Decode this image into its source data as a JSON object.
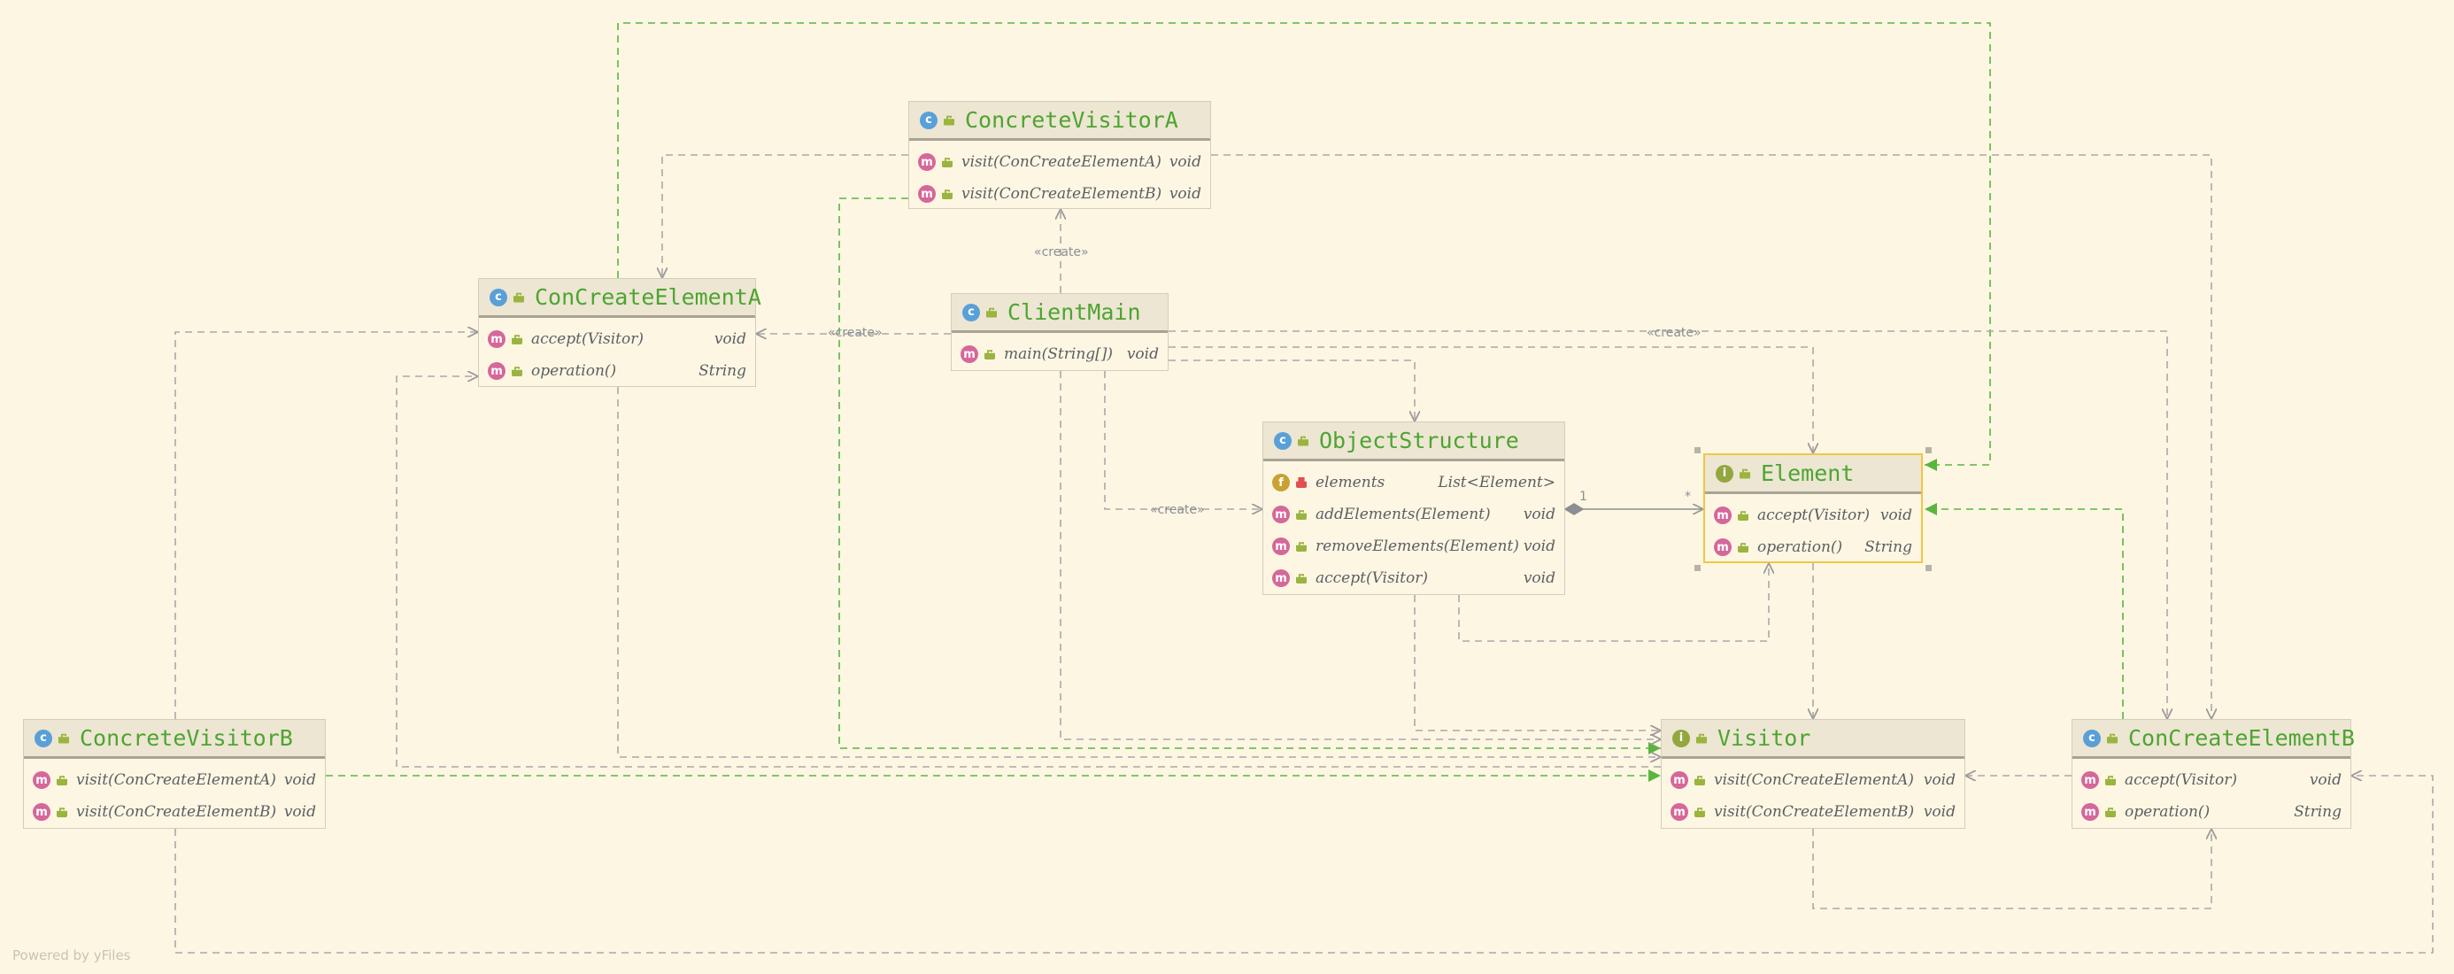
{
  "diagram": {
    "classes": [
      {
        "id": "ConcreteVisitorA",
        "kind": "c",
        "name": "ConcreteVisitorA",
        "members": [
          {
            "icon": "m",
            "vis": "pub",
            "name": "visit(ConCreateElementA)",
            "type": "void"
          },
          {
            "icon": "m",
            "vis": "pub",
            "name": "visit(ConCreateElementB)",
            "type": "void"
          }
        ]
      },
      {
        "id": "ConCreateElementA",
        "kind": "c",
        "name": "ConCreateElementA",
        "members": [
          {
            "icon": "m",
            "vis": "pub",
            "name": "accept(Visitor)",
            "type": "void"
          },
          {
            "icon": "m",
            "vis": "pub",
            "name": "operation()",
            "type": "String"
          }
        ]
      },
      {
        "id": "ClientMain",
        "kind": "c",
        "name": "ClientMain",
        "members": [
          {
            "icon": "m",
            "vis": "pub",
            "name": "main(String[])",
            "type": "void"
          }
        ]
      },
      {
        "id": "ObjectStructure",
        "kind": "c",
        "name": "ObjectStructure",
        "members": [
          {
            "icon": "f",
            "vis": "priv",
            "name": "elements",
            "type": "List<Element>"
          },
          {
            "icon": "m",
            "vis": "pub",
            "name": "addElements(Element)",
            "type": "void"
          },
          {
            "icon": "m",
            "vis": "pub",
            "name": "removeElements(Element)",
            "type": "void"
          },
          {
            "icon": "m",
            "vis": "pub",
            "name": "accept(Visitor)",
            "type": "void"
          }
        ]
      },
      {
        "id": "Element",
        "kind": "i",
        "name": "Element",
        "members": [
          {
            "icon": "m",
            "vis": "pub",
            "name": "accept(Visitor)",
            "type": "void"
          },
          {
            "icon": "m",
            "vis": "pub",
            "name": "operation()",
            "type": "String"
          }
        ]
      },
      {
        "id": "ConcreteVisitorB",
        "kind": "c",
        "name": "ConcreteVisitorB",
        "members": [
          {
            "icon": "m",
            "vis": "pub",
            "name": "visit(ConCreateElementA)",
            "type": "void"
          },
          {
            "icon": "m",
            "vis": "pub",
            "name": "visit(ConCreateElementB)",
            "type": "void"
          }
        ]
      },
      {
        "id": "Visitor",
        "kind": "i",
        "name": "Visitor",
        "members": [
          {
            "icon": "m",
            "vis": "pub",
            "name": "visit(ConCreateElementA)",
            "type": "void"
          },
          {
            "icon": "m",
            "vis": "pub",
            "name": "visit(ConCreateElementB)",
            "type": "void"
          }
        ]
      },
      {
        "id": "ConCreateElementB",
        "kind": "c",
        "name": "ConCreateElementB",
        "members": [
          {
            "icon": "m",
            "vis": "pub",
            "name": "accept(Visitor)",
            "type": "void"
          },
          {
            "icon": "m",
            "vis": "pub",
            "name": "operation()",
            "type": "String"
          }
        ]
      }
    ],
    "labels": {
      "create1": "«create»",
      "create2": "«create»",
      "create3": "«create»",
      "create4": "«create»",
      "mult_one": "1",
      "mult_many": "*"
    },
    "watermark": "Powered by yFiles",
    "colors": {
      "background": "#fdf6e3",
      "realization": "#5ab53e",
      "dependency": "#a9a9a9",
      "title": "#4ea431"
    }
  }
}
